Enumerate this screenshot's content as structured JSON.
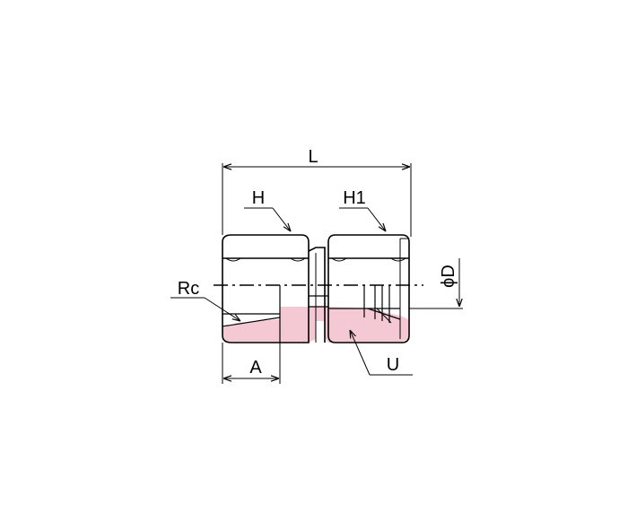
{
  "labels": {
    "L": "L",
    "H": "H",
    "H1": "H1",
    "phiD": "ϕD",
    "Rc": "Rc",
    "A": "A",
    "U": "U"
  },
  "colors": {
    "section_fill": "#f4c9d3",
    "line": "#000000"
  }
}
